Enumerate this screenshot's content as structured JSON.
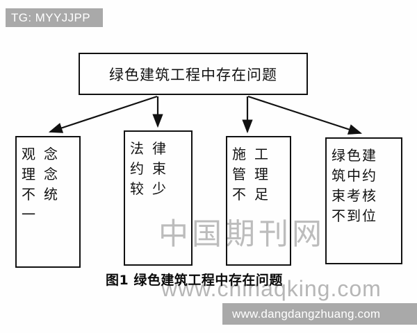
{
  "page": {
    "background_color": "#fefefe",
    "figure_type": "flowchart"
  },
  "tag_badge": {
    "label": "TG: MYYJJPP",
    "background_color": "#a9a9a9",
    "text_color": "#ffffff"
  },
  "flowchart": {
    "root": {
      "text": "绿色建筑工程中存在问题"
    },
    "leaves": [
      {
        "id": "leaf-1",
        "lines": [
          "观念",
          "理念",
          "不统",
          "一"
        ],
        "text": "观念理念不统一"
      },
      {
        "id": "leaf-2",
        "lines": [
          "法律",
          "约束",
          "较少"
        ],
        "text": "法律约束较少"
      },
      {
        "id": "leaf-3",
        "lines": [
          "施工",
          "管理",
          "不足"
        ],
        "text": "施工管理不足"
      },
      {
        "id": "leaf-4",
        "lines": [
          "绿色建",
          "筑中约",
          "束考核",
          "不到位"
        ],
        "text": "绿色建筑中约束考核不到位"
      }
    ],
    "connector_color": "#111111",
    "box_border_color": "#111111"
  },
  "caption": {
    "text": "图1 绿色建筑工程中存在问题"
  },
  "watermarks": {
    "chinese": "中国期刊网",
    "url": "www.chinaqking.com",
    "color": "#bcbcbc"
  },
  "bottom_banner": {
    "url": "www.dangdangzhuang.com",
    "background_color": "#a9a9a9",
    "text_color": "#ffffff"
  }
}
